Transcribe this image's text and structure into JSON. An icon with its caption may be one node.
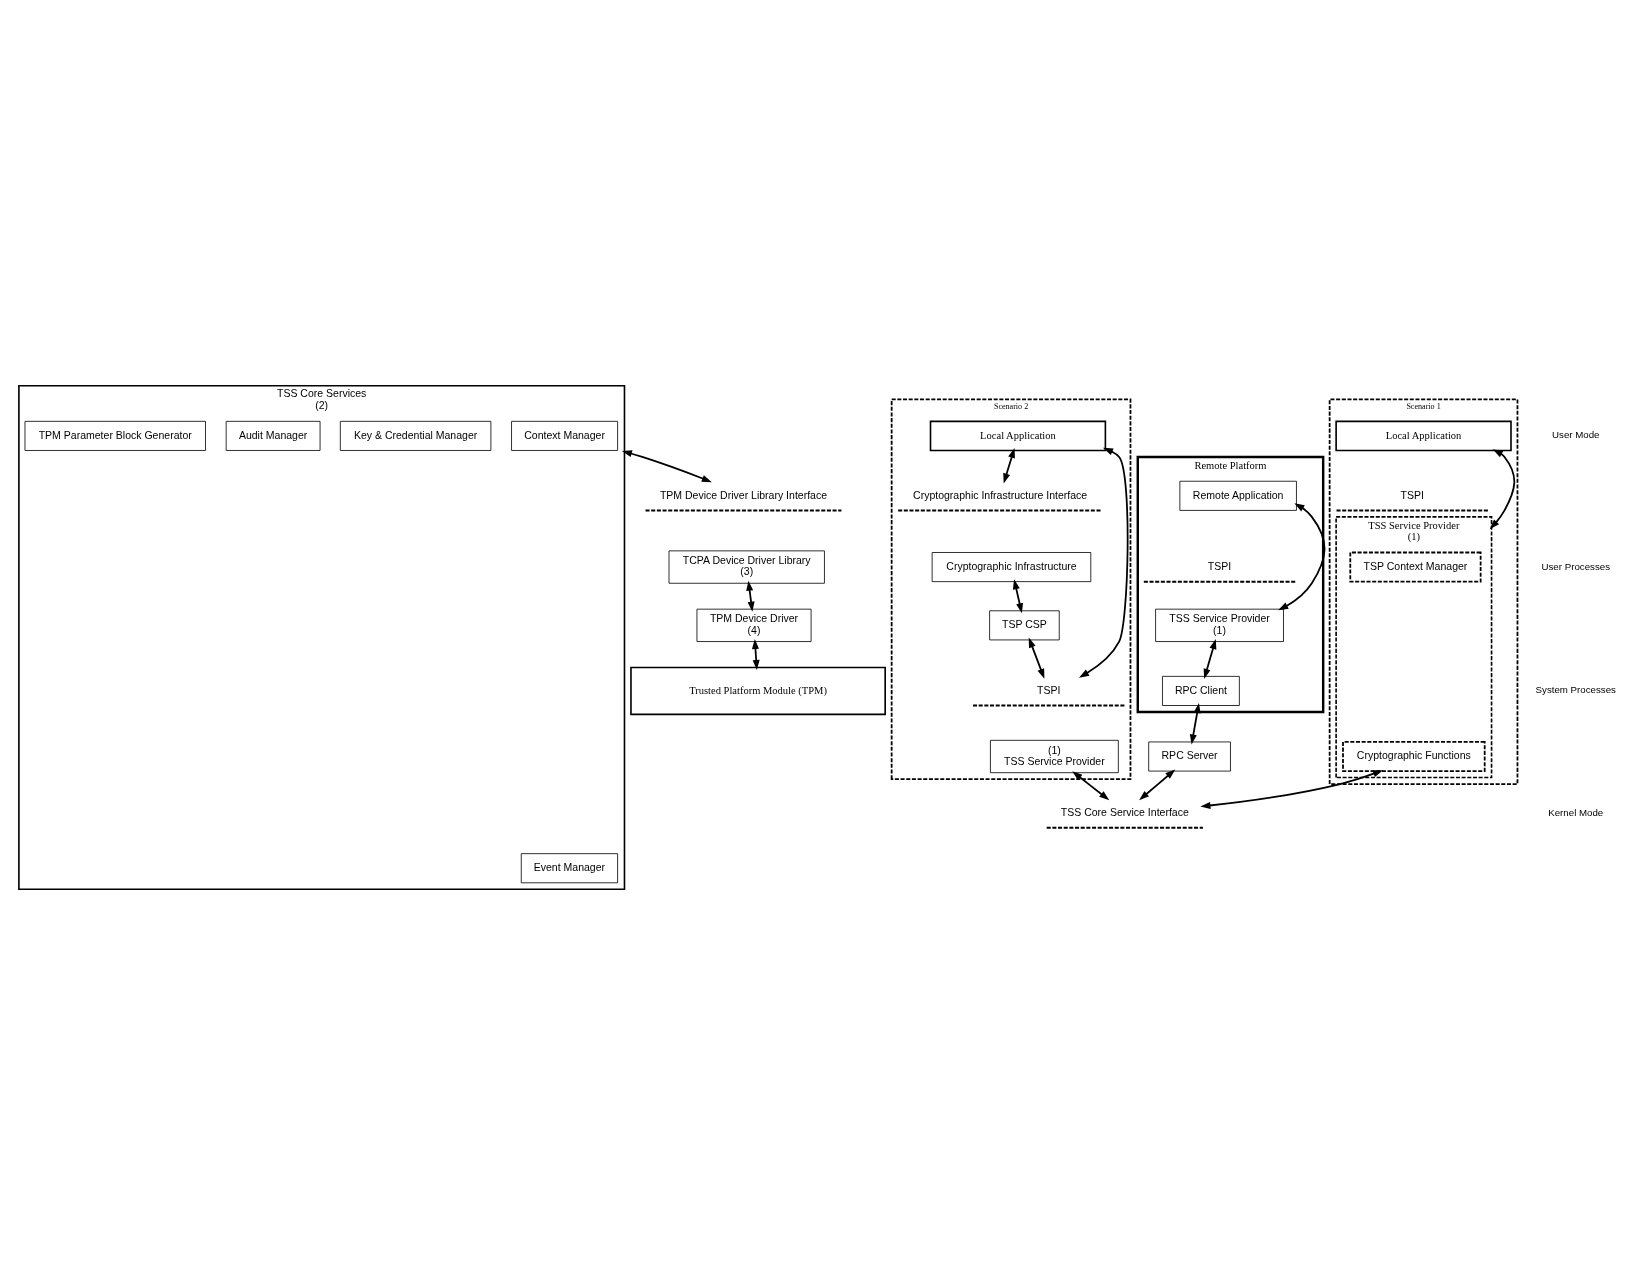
{
  "diagram": {
    "nodes": [
      {
        "text": [
          "Scenario 1"
        ]
      },
      {
        "text": [
          "Local Application"
        ],
        "in": 0
      },
      {
        "text": [
          "TSPI"
        ],
        "in": 0
      },
      {
        "text": [
          "TSS Service Provider",
          "(1)"
        ],
        "in": 0
      },
      {
        "text": [
          "TSP Context Manager"
        ],
        "in": 3
      },
      {
        "text": [
          "Cryptographic Functions"
        ],
        "in": 3
      },
      {
        "text": [
          "Scenario 2"
        ]
      },
      {
        "text": [
          "Local Application"
        ],
        "in": 6
      },
      {
        "text": [
          "Cryptographic Infrastructure Interface"
        ],
        "in": 6
      },
      {
        "text": [
          "Cryptographic Infrastructure"
        ],
        "in": 6
      },
      {
        "text": [
          "TSP CSP"
        ],
        "in": 6
      },
      {
        "text": [
          "TSPI"
        ],
        "in": 6
      },
      {
        "text": [
          "(1)",
          "TSS Service Provider"
        ],
        "in": 6
      },
      {
        "text": [
          "Remote Platform"
        ]
      },
      {
        "text": [
          "Remote Application"
        ],
        "in": 13
      },
      {
        "text": [
          "TSPI"
        ],
        "in": 13
      },
      {
        "text": [
          "TSS Service Provider",
          "(1)"
        ],
        "in": 13
      },
      {
        "text": [
          "RPC Client"
        ],
        "in": 13
      },
      {
        "text": [
          "RPC Server"
        ]
      },
      {
        "text": [
          "TSS Core Service Interface"
        ]
      },
      {
        "text": [
          "TSS Core Services",
          "(2)"
        ]
      },
      {
        "text": [
          "Context Manager"
        ],
        "in": 20
      },
      {
        "text": [
          "Key & Credential Manager"
        ],
        "in": 20
      },
      {
        "text": [
          "Event Manager"
        ],
        "in": 20
      },
      {
        "text": [
          "Audit Manager"
        ],
        "in": 20
      },
      {
        "text": [
          "TPM Parameter Block Generator"
        ],
        "in": 20
      },
      {
        "text": [
          "TPM Device Driver Library Interface"
        ]
      },
      {
        "text": [
          "TCPA Device Driver Library",
          "(3)"
        ]
      },
      {
        "text": [
          "TPM Device Driver",
          "(4)"
        ]
      },
      {
        "text": [
          "Trusted Platform Module (TPM)"
        ]
      }
    ],
    "edges": [
      {
        "from": 1,
        "to": 3,
        "arrow": "both"
      },
      {
        "from": 5,
        "to": 19,
        "arrow": "both"
      },
      {
        "from": 7,
        "to": 11,
        "arrow": "both"
      },
      {
        "from": 7,
        "to": 8,
        "arrow": "both"
      },
      {
        "from": 9,
        "to": 10,
        "arrow": "both"
      },
      {
        "from": 10,
        "to": 11,
        "arrow": "both"
      },
      {
        "from": 12,
        "to": 19,
        "arrow": "both"
      },
      {
        "from": 14,
        "to": 16,
        "arrow": "both"
      },
      {
        "from": 16,
        "to": 17,
        "arrow": "both"
      },
      {
        "from": 17,
        "to": 18,
        "arrow": "both"
      },
      {
        "from": 18,
        "to": 19,
        "arrow": "both"
      },
      {
        "from": 20,
        "to": 26,
        "arrow": "both"
      },
      {
        "from": 27,
        "to": 28,
        "arrow": "both"
      },
      {
        "from": 28,
        "to": 29,
        "arrow": "both"
      }
    ],
    "labels": [
      "User Mode",
      "User Processes",
      "System Processes",
      "Kernel Mode"
    ]
  }
}
